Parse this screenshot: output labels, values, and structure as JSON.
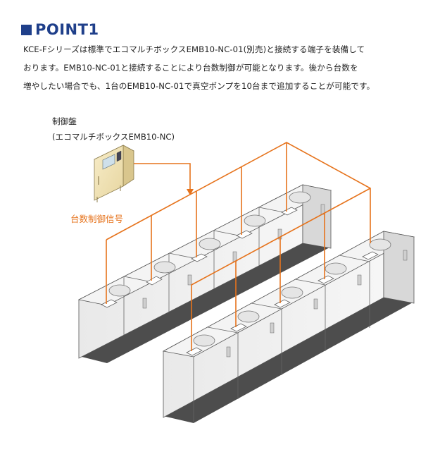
{
  "header": {
    "title": "POINT1"
  },
  "description": [
    "KCE-Fシリーズは標準でエコマルチボックスEMB10-NC-01(別売)と接続する端子を装備して",
    "おります。EMB10-NC-01と接続することにより台数制御が可能となります。後から台数を",
    "増やしたい場合でも、1台のEMB10-NC-01で真空ポンプを10台まで追加することが可能です。"
  ],
  "diagram": {
    "controller_label": "制御盤",
    "controller_model": "(エコマルチボックスEMB10-NC)",
    "signal_label": "台数制御信号",
    "unit_count": 10,
    "colors": {
      "signal": "#e6731c",
      "title": "#1f3f8a"
    }
  }
}
